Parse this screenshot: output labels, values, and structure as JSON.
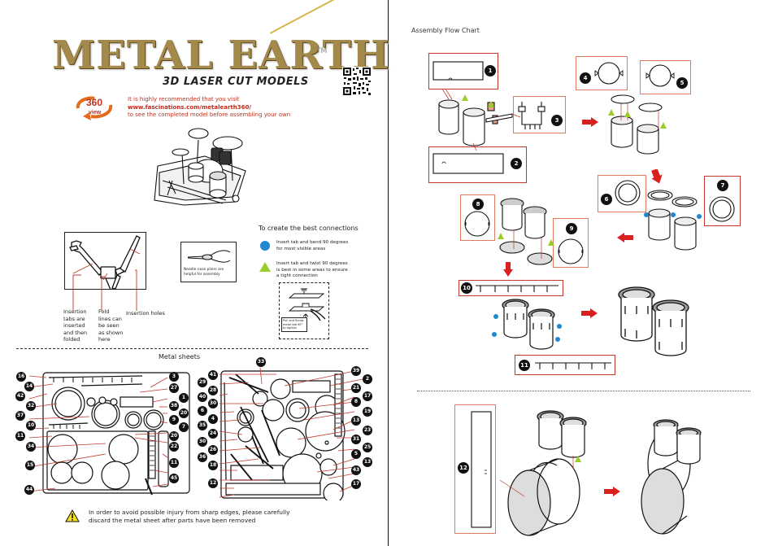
{
  "left_page": {
    "brand": {
      "logo_text_first": "METAL",
      "logo_text_second": "EARTH",
      "trademark": "TM",
      "tagline": "3D LASER CUT MODELS",
      "view_360_label": "360",
      "view_360_sub": "view"
    },
    "recommendation": {
      "line1": "It is highly recommended that you visit",
      "url": "www.fascinations.com/metalearth360/",
      "line3": "to see the completed model before assembling your own"
    },
    "connections": {
      "title": "To create the best connections",
      "bend_line1": "Insert tab and bend 90 degrees",
      "bend_line2": "for most visible areas",
      "twist_line1": "Insert tab and twist 90 degrees",
      "twist_line2": "is best in some areas to ensure",
      "twist_line3": "a tight connection",
      "twist_label_line1": "Pull and Screw",
      "twist_label_line2": "metal tab 90°",
      "twist_label_line3": "to tighten",
      "bend_color": "#1e88d0",
      "twist_color": "#9ccc2a"
    },
    "instructions": {
      "insertion_tabs": [
        "Insertion",
        "tabs are",
        "inserted",
        "and then",
        "folded"
      ],
      "fold_lines": [
        "Fold",
        "lines can",
        "be seen",
        "as shown",
        "here"
      ],
      "insertion_holes": "Insertion holes",
      "pliers_line1": "Needle nose pliers are",
      "pliers_line2": "helpful for assembly"
    },
    "metal_sheets": {
      "title": "Metal sheets",
      "sheet1_left_labels": [
        "16",
        "14",
        "42",
        "32",
        "37",
        "10",
        "11",
        "34",
        "15",
        "44"
      ],
      "sheet1_right_labels": [
        "3",
        "27",
        "1",
        "38",
        "20",
        "9",
        "7",
        "20",
        "22",
        "11",
        "45"
      ],
      "sheet2_top_label": "33",
      "sheet2_left_labels": [
        "41",
        "29",
        "28",
        "40",
        "30",
        "6",
        "4",
        "35",
        "24",
        "30",
        "26",
        "36",
        "18",
        "12"
      ],
      "sheet2_right_labels": [
        "39",
        "2",
        "21",
        "17",
        "8",
        "19",
        "13",
        "23",
        "31",
        "25",
        "5",
        "13",
        "43",
        "17"
      ]
    },
    "warning": {
      "line1": "In order to avoid possible injury from sharp edges, please carefully",
      "line2": "discard the metal sheet after parts have been removed"
    }
  },
  "right_page": {
    "title": "Assembly Flow Chart",
    "step_parts": {
      "p1": "1",
      "p2": "2",
      "p3": "3",
      "p4": "4",
      "p5": "5",
      "p6": "6",
      "p7": "7",
      "p8": "8",
      "p9": "9",
      "p10": "10",
      "p11": "11",
      "p12": "12"
    },
    "colors": {
      "part_box_border": "#e07a5f",
      "arrow": "#d8201e",
      "bend_marker": "#1e88d0",
      "twist_marker": "#9ccc2a"
    }
  }
}
